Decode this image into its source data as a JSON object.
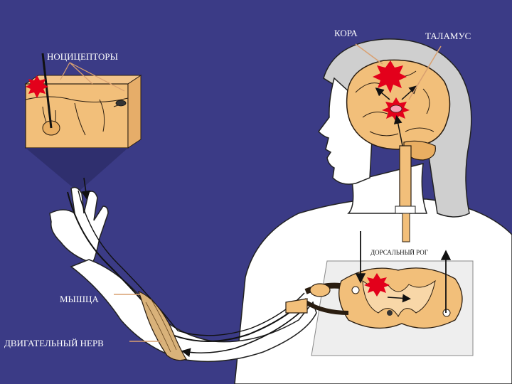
{
  "labels": {
    "cortex": "КОРА",
    "thalamus": "ТАЛАМУС",
    "nociceptors": "НОЦИЦЕПТОРЫ",
    "dorsal_horn": "ДОРСАЛЬНЫЙ РОГ",
    "muscle": "МЫШЦА",
    "motor_nerve": "ДВИГАТЕЛЬНЫЙ НЕРВ"
  },
  "colors": {
    "background": "#3b3b86",
    "tissue": "#f2bf7a",
    "tissue_outline": "#2a1d10",
    "pain_burst": "#e3001b",
    "highlight_pink": "#f8a0b8",
    "skin": "#ffffff",
    "hair": "#c8c8c8"
  }
}
